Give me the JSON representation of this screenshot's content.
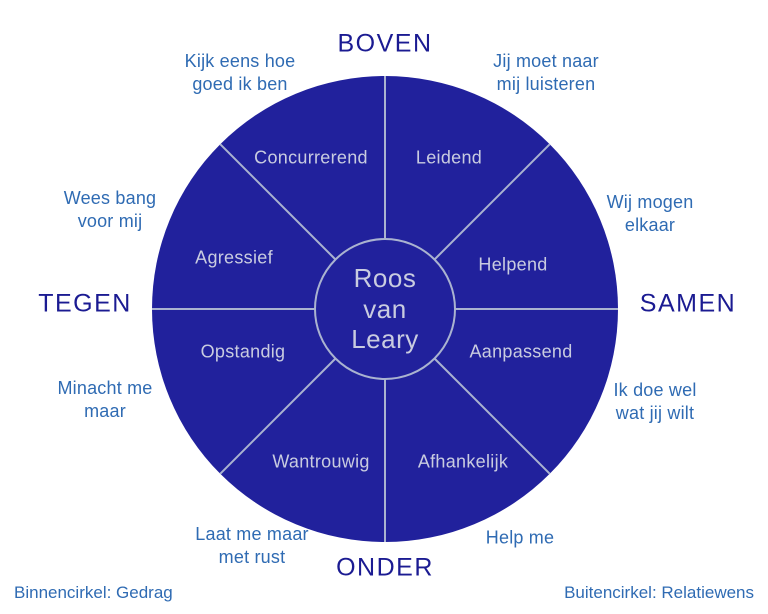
{
  "title": "Roos van Leary",
  "colors": {
    "background": "#ffffff",
    "circle": "#21219c",
    "divider": "#aab3d0",
    "sector_label": "#c9cce0",
    "center_text": "#c9cce0",
    "axis_label": "#1b1b92",
    "phrase": "#2f6bb3",
    "footer": "#2f6bb3"
  },
  "center": {
    "text": "Roos\nvan\nLeary"
  },
  "axes": {
    "top": "BOVEN",
    "bottom": "ONDER",
    "left": "TEGEN",
    "right": "SAMEN"
  },
  "sectors": {
    "concurrerend": "Concurrerend",
    "leidend": "Leidend",
    "helpend": "Helpend",
    "aanpassend": "Aanpassend",
    "afhankelijk": "Afhankelijk",
    "wantrouwig": "Wantrouwig",
    "opstandig": "Opstandig",
    "agressief": "Agressief"
  },
  "phrases": {
    "kijk_eens": "Kijk eens hoe\ngoed ik ben",
    "jij_moet": "Jij moet naar\nmij luisteren",
    "wees_bang": "Wees bang\nvoor mij",
    "wij_mogen": "Wij mogen\nelkaar",
    "minacht_me": "Minacht me\nmaar",
    "ik_doe_wel": "Ik doe wel\nwat jij wilt",
    "laat_me": "Laat me maar\nmet rust",
    "help_me": "Help me"
  },
  "footer": {
    "left": "Binnencirkel: Gedrag",
    "right": "Buitencirkel: Relatiewens"
  }
}
